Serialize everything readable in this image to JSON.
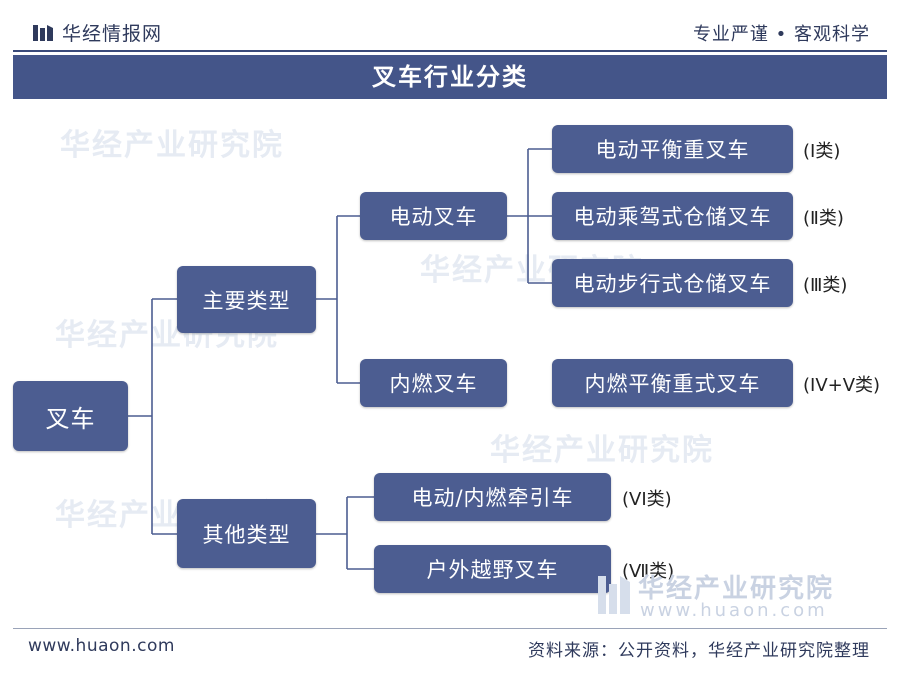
{
  "header": {
    "brand": "华经情报网",
    "slogan": "专业严谨 • 客观科学"
  },
  "title": "叉车行业分类",
  "tree": {
    "root": "叉车",
    "main": "主要类型",
    "other": "其他类型",
    "electric": "电动叉车",
    "combustion": "内燃叉车",
    "e1": "电动平衡重叉车",
    "e2": "电动乘驾式仓储叉车",
    "e3": "电动步行式仓储叉车",
    "c1": "内燃平衡重式叉车",
    "o1": "电动/内燃牵引车",
    "o2": "户外越野叉车"
  },
  "tags": {
    "e1": "(I类)",
    "e2": "(Ⅱ类)",
    "e3": "(Ⅲ类)",
    "c1": "(IV+V类)",
    "o1": "(VI类)",
    "o2": "(Ⅶ类)"
  },
  "watermark": {
    "brand": "华经产业研究院",
    "url": "www.huaon.com"
  },
  "footer": {
    "url": "www.huaon.com",
    "source": "资料来源：公开资料，华经产业研究院整理"
  },
  "colors": {
    "node": "#4c5d91",
    "title_bar": "#445589",
    "line": "#4c5d91"
  }
}
